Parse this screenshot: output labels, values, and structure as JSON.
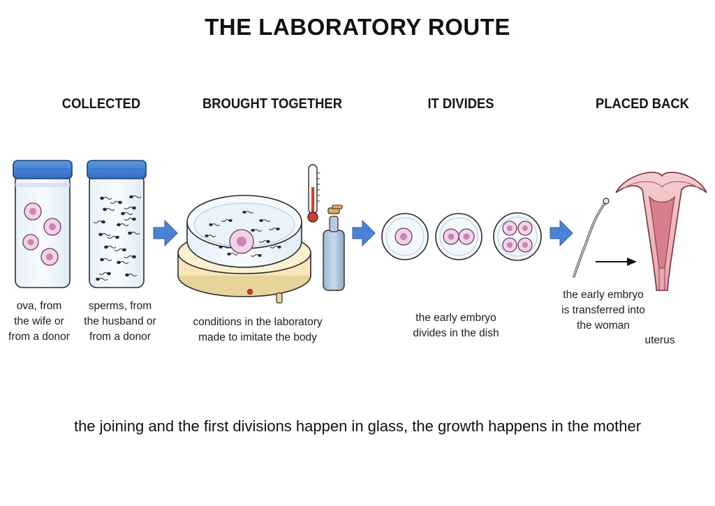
{
  "title": "THE LABORATORY ROUTE",
  "steps": [
    {
      "heading": "COLLECTED"
    },
    {
      "heading": "BROUGHT TOGETHER"
    },
    {
      "heading": "IT DIVIDES"
    },
    {
      "heading": "PLACED BACK"
    }
  ],
  "captions": {
    "ova": [
      "ova, from",
      "the wife or",
      "from a donor"
    ],
    "sperms": [
      "sperms, from",
      "the husband or",
      "from a donor"
    ],
    "conditions": [
      "conditions in the laboratory",
      "made to imitate the body"
    ],
    "divides": [
      "the early embryo",
      "divides in the dish"
    ],
    "transfer": [
      "the early embryo",
      "is transferred into",
      "the woman"
    ],
    "uterus": "uterus"
  },
  "footer": "the joining and the first divisions happen in glass, the growth happens in the mother",
  "colors": {
    "jar_lid": "#3f7fd6",
    "arrow": "#4a82d4",
    "cell_fill": "#f3d3e6",
    "cell_nucleus": "#c985b6",
    "incubator": "#f6e6b8",
    "uterus": "#e9aeb3"
  }
}
